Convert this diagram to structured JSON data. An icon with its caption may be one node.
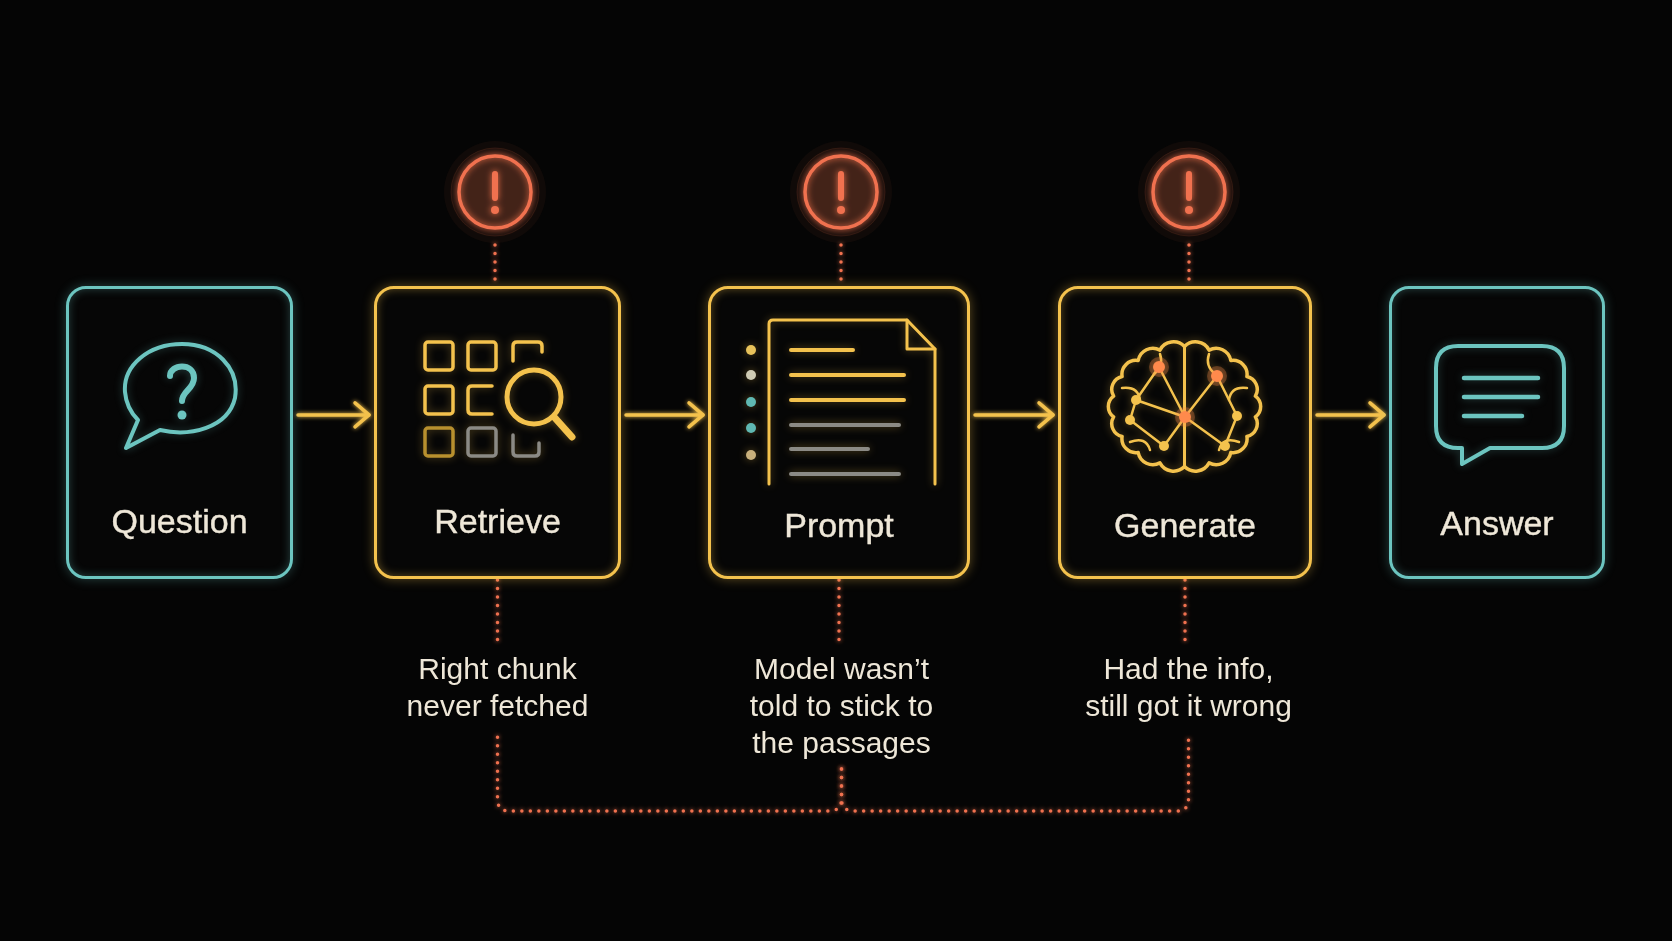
{
  "diagram": {
    "nodes": [
      {
        "text": [],
        "shape": "circle"
      },
      {
        "text": [],
        "shape": "circle"
      },
      {
        "text": [],
        "shape": "circle"
      },
      {
        "text": [
          "Question"
        ]
      },
      {
        "text": [
          "Retrieve"
        ]
      },
      {
        "text": [
          "Prompt"
        ]
      },
      {
        "text": [
          "Generate"
        ]
      },
      {
        "text": [
          "Answer"
        ]
      },
      {
        "text": [
          "Right chunk never fetched"
        ]
      },
      {
        "text": [
          "Model wasn’t told to stick to the passages"
        ]
      },
      {
        "text": [
          "Had the info, still got it wrong"
        ]
      }
    ],
    "edges": [
      {
        "from": 3,
        "to": 4,
        "arrow": "to",
        "color": "#f4c24d"
      },
      {
        "from": 4,
        "to": 5,
        "arrow": "to",
        "color": "#f4c24d"
      },
      {
        "from": 5,
        "to": 6,
        "arrow": "to",
        "color": "#f4c24d"
      },
      {
        "from": 6,
        "to": 7,
        "arrow": "to",
        "color": "#f4c24d"
      },
      {
        "from": 0,
        "to": 4,
        "arrow": "none",
        "style": "dashed"
      },
      {
        "from": 1,
        "to": 5,
        "arrow": "none",
        "style": "dashed"
      },
      {
        "from": 2,
        "to": 6,
        "arrow": "none",
        "style": "dashed"
      },
      {
        "from": 4,
        "to": 8,
        "arrow": "none",
        "style": "dashed"
      },
      {
        "from": 5,
        "to": 9,
        "arrow": "none",
        "style": "dashed"
      },
      {
        "from": 6,
        "to": 10,
        "arrow": "none",
        "style": "dashed"
      },
      {
        "from": 8,
        "to": 9,
        "arrow": "none",
        "style": "dashed"
      },
      {
        "from": 10,
        "to": 9,
        "arrow": "none",
        "style": "dashed"
      }
    ]
  }
}
